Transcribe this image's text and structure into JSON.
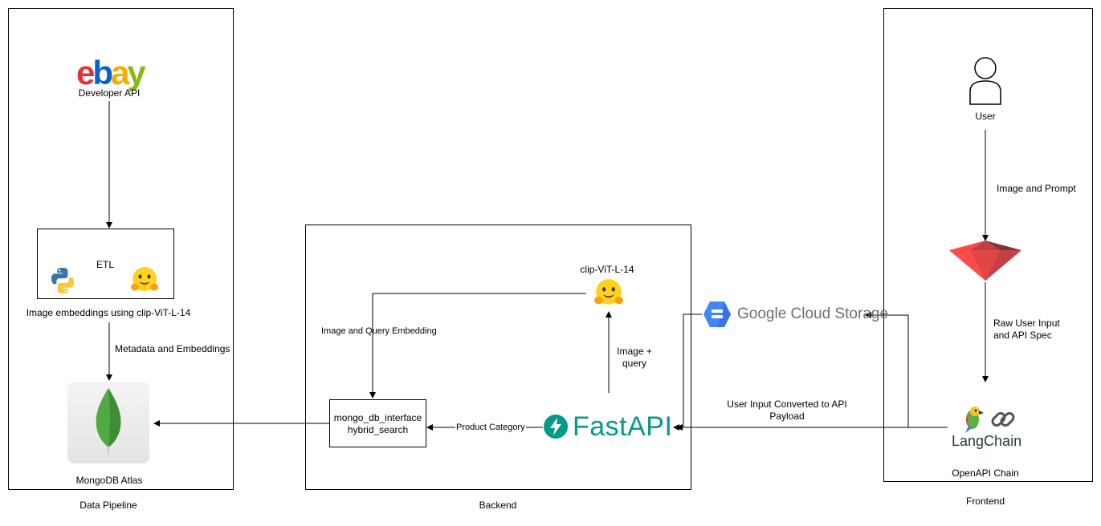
{
  "sections": {
    "data_pipeline": {
      "label": "Data Pipeline"
    },
    "backend": {
      "label": "Backend"
    },
    "frontend": {
      "label": "Frontend"
    }
  },
  "nodes": {
    "ebay": {
      "logo_text": [
        "e",
        "b",
        "a",
        "y"
      ],
      "logo_colors": [
        "#e53238",
        "#0064d2",
        "#f5af02",
        "#86b817"
      ],
      "caption": "Developer API"
    },
    "etl": {
      "title": "ETL",
      "caption": "Image embeddings using clip-ViT-L-14"
    },
    "mongodb": {
      "caption": "MongoDB Atlas"
    },
    "clip_model": {
      "title": "clip-ViT-L-14"
    },
    "mongo_interface": {
      "line1": "mongo_db_interface",
      "line2": "hybrid_search"
    },
    "fastapi": {
      "logo_text": "FastAPI"
    },
    "gcs": {
      "logo_text": "Google Cloud Storage"
    },
    "user": {
      "caption": "User"
    },
    "langchain": {
      "logo_text": "LangChain",
      "caption": "OpenAPI Chain"
    }
  },
  "edges": {
    "metadata_embeddings": "Metadata and Embeddings",
    "image_query_embedding": "Image and Query Embedding",
    "image_query": [
      "Image +",
      "query"
    ],
    "product_category": "Product Category",
    "image_prompt": "Image and Prompt",
    "raw_input": [
      "Raw User Input",
      "and API Spec"
    ],
    "payload": [
      "User Input Converted to API",
      "Payload"
    ]
  },
  "colors": {
    "fastapi_teal": "#05998b",
    "mongodb_green": "#4faa41",
    "streamlit_red": "#ff4b4b",
    "gcs_blue": "#4285f4"
  }
}
